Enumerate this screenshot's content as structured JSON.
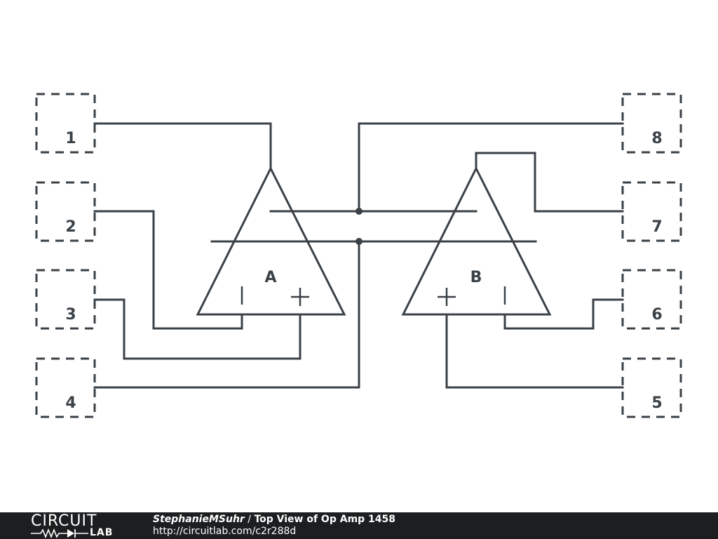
{
  "diagram": {
    "pins": [
      {
        "number": "1"
      },
      {
        "number": "2"
      },
      {
        "number": "3"
      },
      {
        "number": "4"
      },
      {
        "number": "5"
      },
      {
        "number": "6"
      },
      {
        "number": "7"
      },
      {
        "number": "8"
      }
    ],
    "amplifiers": [
      {
        "label": "A",
        "inverting": "|",
        "noninverting": "+"
      },
      {
        "label": "B",
        "inverting": "|",
        "noninverting": "+"
      }
    ]
  },
  "footer": {
    "logo_top": "CIRCUIT",
    "logo_bottom": "LAB",
    "author": "StephanieMSuhr",
    "separator": " / ",
    "title": "Top View of Op Amp 1458",
    "url": "http://circuitlab.com/c2r288d"
  },
  "colors": {
    "stroke": "#3a4147",
    "footer_bg": "#1c1e20",
    "background": "#ffffff"
  }
}
